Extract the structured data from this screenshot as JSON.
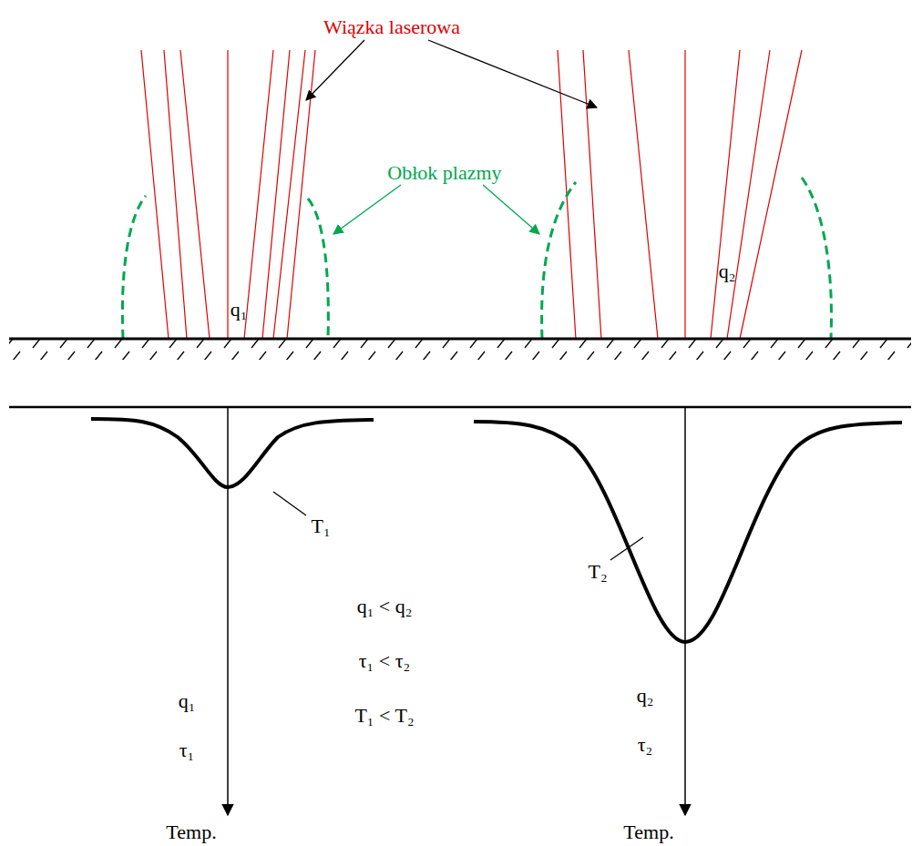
{
  "diagram": {
    "labels": [
      "Wiązka laserowa",
      "Obłok plazmy",
      "q₁",
      "q₂",
      "T₁",
      "T₂",
      "q₁ < q₂",
      "τ₁ < τ₂",
      "T₁ < T₂",
      "q₁",
      "τ₁",
      "q₂",
      "τ₂",
      "Temp.",
      "Temp."
    ]
  }
}
